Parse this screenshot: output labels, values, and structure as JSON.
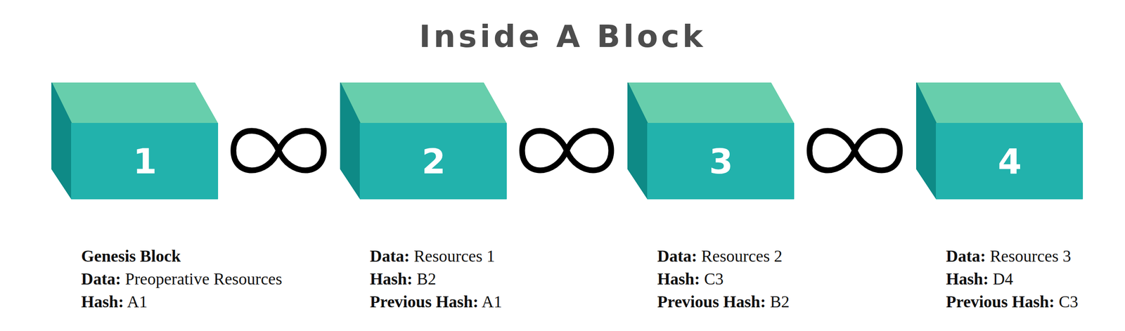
{
  "diagram": {
    "title": "Inside A Block",
    "nodes": [
      {
        "text": [
          "1",
          "Genesis Block",
          "Data: Preoperative Resources",
          "Hash: A1"
        ]
      },
      {
        "text": [
          "2",
          "Data: Resources 1",
          "Hash: B2",
          "Previous Hash: A1"
        ]
      },
      {
        "text": [
          "3",
          "Data: Resources 2",
          "Hash: C3",
          "Previous Hash: B2"
        ]
      },
      {
        "text": [
          "4",
          "Data: Resources 3",
          "Hash: D4",
          "Previous Hash: C3"
        ]
      }
    ],
    "edges": [
      {
        "from": 0,
        "to": 1,
        "arrow": "none"
      },
      {
        "from": 1,
        "to": 2,
        "arrow": "none"
      },
      {
        "from": 2,
        "to": 3,
        "arrow": "none"
      }
    ]
  }
}
